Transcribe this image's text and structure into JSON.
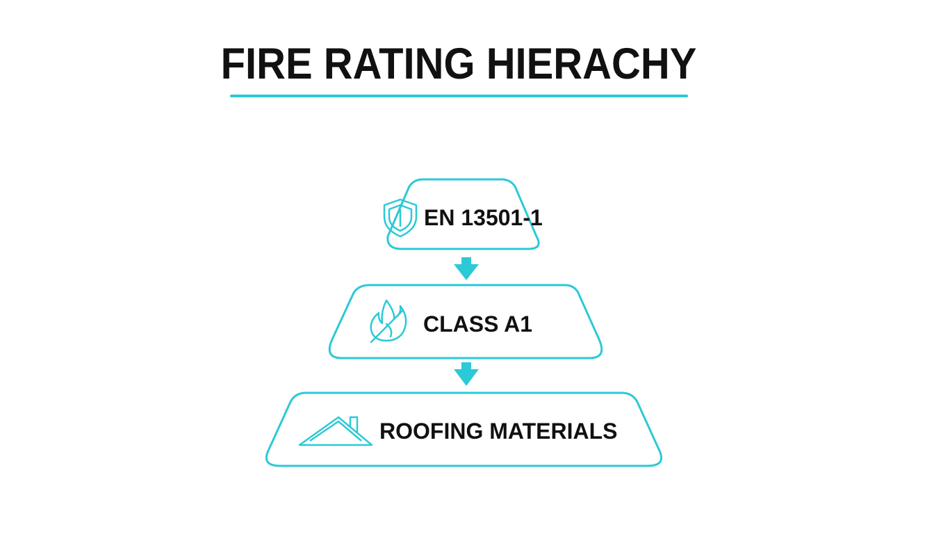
{
  "title": "FIRE RATING HIERACHY",
  "colors": {
    "accent": "#2cc9d6",
    "text": "#111111",
    "background": "#ffffff"
  },
  "levels": [
    {
      "label": "EN 13501-1",
      "icon": "shield-icon"
    },
    {
      "label": "CLASS A1",
      "icon": "no-fire-icon"
    },
    {
      "label": "ROOFING MATERIALS",
      "icon": "house-roof-icon"
    }
  ]
}
